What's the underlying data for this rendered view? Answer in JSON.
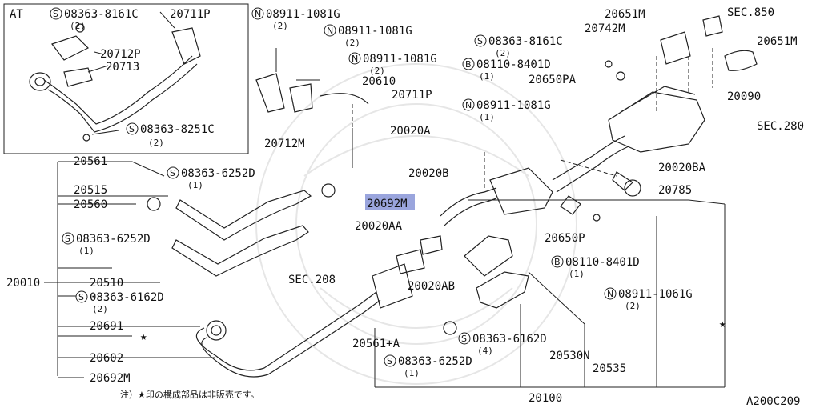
{
  "inset_label": "AT",
  "footer_note": "注）★印の構成部品は非販売です。",
  "diagram_code": "A200C209",
  "star": "★",
  "highlighted_part": "20692M",
  "labels": {
    "at_s1": "08363-8161C",
    "at_s1_q": "(2)",
    "at_20711P": "20711P",
    "at_20712P": "20712P",
    "at_20713": "20713",
    "at_s2": "08363-8251C",
    "at_s2_q": "(2)",
    "n1": "08911-1081G",
    "n1_q": "(2)",
    "n2": "08911-1081G",
    "n2_q": "(2)",
    "n3": "08911-1081G",
    "n3_q": "(2)",
    "p20610": "20610",
    "p20711P": "20711P",
    "p20712M": "20712M",
    "p20020A": "20020A",
    "p20651M_a": "20651M",
    "sec850": "SEC.850",
    "p20742M": "20742M",
    "p20651M_b": "20651M",
    "s3": "08363-8161C",
    "s3_q": "(2)",
    "b1": "08110-8401D",
    "b1_q": "(1)",
    "p20650PA": "20650PA",
    "p20090": "20090",
    "n4": "08911-1081G",
    "n4_q": "(1)",
    "sec280": "SEC.280",
    "p20561": "20561",
    "s4": "08363-6252D",
    "s4_q": "(1)",
    "p20515": "20515",
    "p20560": "20560",
    "s5": "08363-6252D",
    "s5_q": "(1)",
    "p20010": "20010",
    "p20510": "20510",
    "s6": "08363-6162D",
    "s6_q": "(2)",
    "p20691": "20691",
    "p20602": "20602",
    "p20692M_l": "20692M",
    "p20020B": "20020B",
    "p20692M_c": "20692M",
    "p20020AA": "20020AA",
    "sec208": "SEC.208",
    "p20020AB": "20020AB",
    "p20020BA": "20020BA",
    "p20785": "20785",
    "p20650P": "20650P",
    "b2": "08110-8401D",
    "b2_q": "(1)",
    "n5": "08911-1061G",
    "n5_q": "(2)",
    "p20561A": "20561+A",
    "s7": "08363-6162D",
    "s7_q": "(4)",
    "s8": "08363-6252D",
    "s8_q": "(1)",
    "p20530N": "20530N",
    "p20535": "20535",
    "p20100": "20100"
  },
  "prefix_s": "S",
  "prefix_n": "N",
  "prefix_b": "B"
}
